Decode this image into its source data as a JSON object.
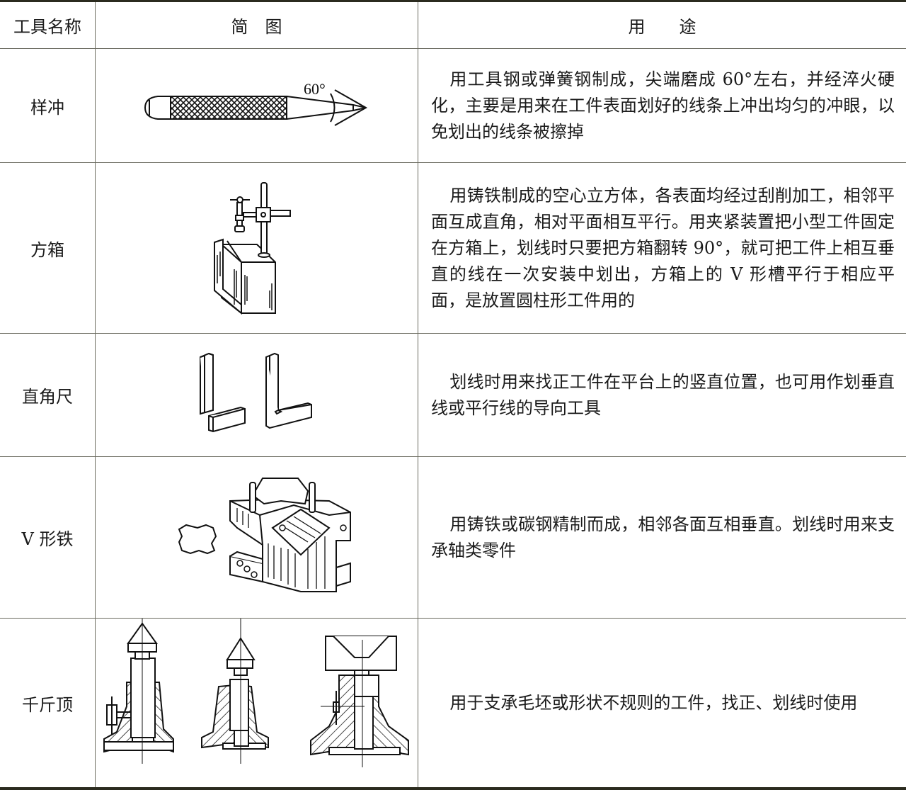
{
  "table": {
    "headers": {
      "name": "工具名称",
      "diagram": "简　图",
      "usage": "用　　途"
    },
    "rows": [
      {
        "name": "样冲",
        "diagram": "center-punch-drawing",
        "angle_label": "60°",
        "usage": "用工具钢或弹簧钢制成，尖端磨成 60°左右，并经淬火硬化，主要是用来在工件表面划好的线条上冲出均匀的冲眼，以免划出的线条被擦掉"
      },
      {
        "name": "方箱",
        "diagram": "box-fixture-drawing",
        "usage": "用铸铁制成的空心立方体，各表面均经过刮削加工，相邻平面互成直角，相对平面相互平行。用夹紧装置把小型工件固定在方箱上，划线时只要把方箱翻转 90°，就可把工件上相互垂直的线在一次安装中划出，方箱上的 V 形槽平行于相应平面，是放置圆柱形工件用的"
      },
      {
        "name": "直角尺",
        "diagram": "try-square-drawing",
        "usage": "划线时用来找正工件在平台上的竖直位置，也可用作划垂直线或平行线的导向工具"
      },
      {
        "name": "V 形铁",
        "diagram": "v-block-drawing",
        "usage": "用铸铁或碳钢精制而成，相邻各面互相垂直。划线时用来支承轴类零件"
      },
      {
        "name": "千斤顶",
        "diagram": "jack-drawing",
        "usage": "用于支承毛坯或形状不规则的工件，找正、划线时使用"
      }
    ]
  },
  "colors": {
    "rule_heavy": "#2b2b1f",
    "rule_light": "#6b6b60",
    "text": "#1a1a1a",
    "background": "#ffffff"
  }
}
